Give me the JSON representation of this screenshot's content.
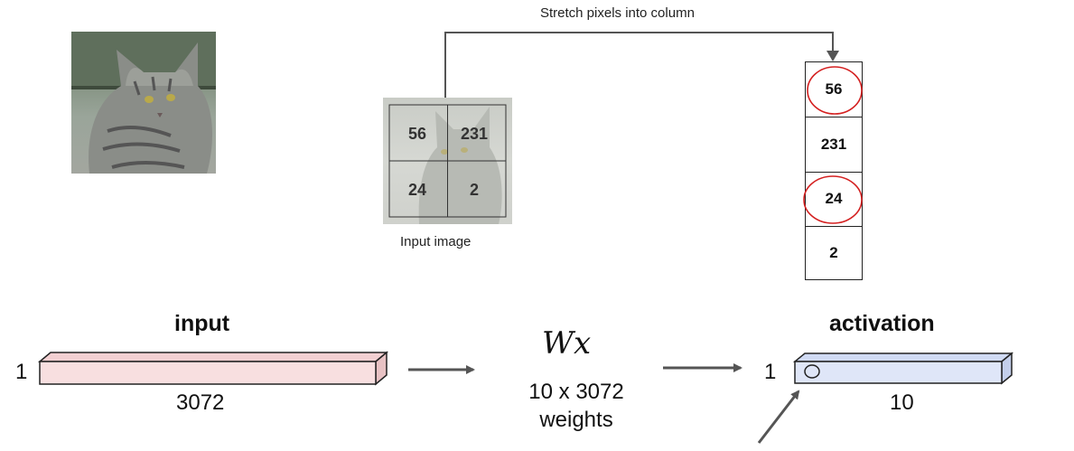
{
  "top": {
    "stretch_label": "Stretch pixels into column",
    "input_image_caption": "Input image",
    "grid_values": [
      "56",
      "231",
      "24",
      "2"
    ],
    "column_values": [
      "56",
      "231",
      "24",
      "2"
    ],
    "circled_values": [
      "56",
      "24"
    ]
  },
  "bottom": {
    "input_title": "input",
    "input_rows": "1",
    "input_cols": "3072",
    "operation_symbol": "Wx",
    "weights_line1": "10 x 3072",
    "weights_line2": "weights",
    "activation_title": "activation",
    "activation_rows": "1",
    "activation_cols": "10"
  },
  "colors": {
    "input_bar": "#f8dfe0",
    "activation_bar": "#dfe6f8",
    "highlight_circle": "#d42020",
    "arrow": "#555555"
  }
}
